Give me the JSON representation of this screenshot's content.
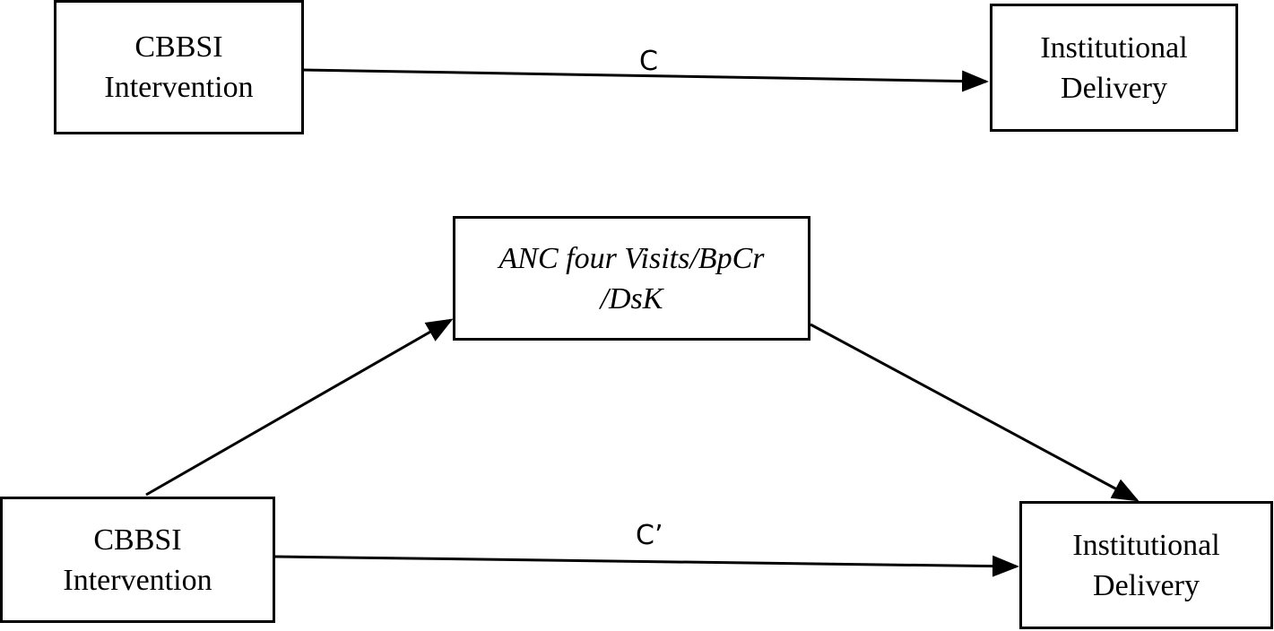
{
  "top_diagram": {
    "source_box": {
      "line1": "CBBSI",
      "line2": "Intervention"
    },
    "target_box": {
      "line1": "Institutional",
      "line2": "Delivery"
    },
    "edge_label": "C"
  },
  "bottom_diagram": {
    "source_box": {
      "line1": "CBBSI",
      "line2": "Intervention"
    },
    "mediator_box": {
      "line1": "ANC four Visits/BpCr",
      "line2": "/DsK"
    },
    "target_box": {
      "line1": "Institutional",
      "line2": "Delivery"
    },
    "edge_label": "C’"
  },
  "colors": {
    "stroke": "#000000",
    "background": "#ffffff"
  }
}
